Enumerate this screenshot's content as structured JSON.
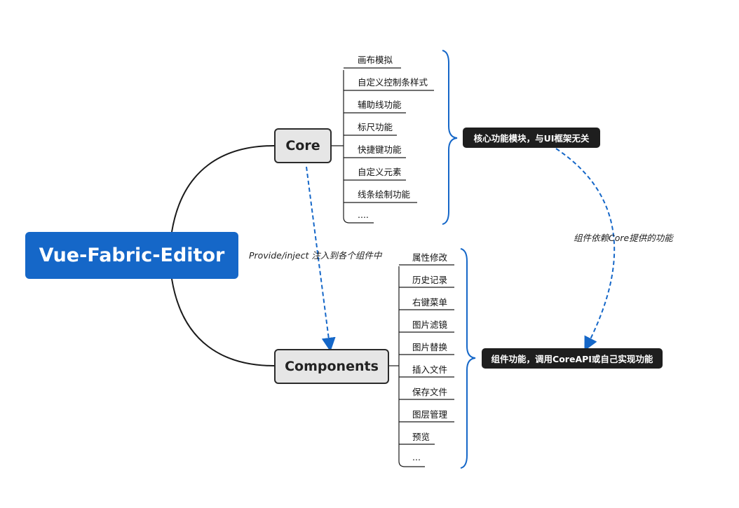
{
  "root": {
    "label": "Vue-Fabric-Editor"
  },
  "core": {
    "label": "Core",
    "items": [
      "画布模拟",
      "自定义控制条样式",
      "辅助线功能",
      "标尺功能",
      "快捷键功能",
      "自定义元素",
      "线条绘制功能",
      "...."
    ],
    "note": "核心功能模块，与UI框架无关"
  },
  "components": {
    "label": "Components",
    "items": [
      "属性修改",
      "历史记录",
      "右键菜单",
      "图片滤镜",
      "图片替换",
      "插入文件",
      "保存文件",
      "图层管理",
      "预览",
      "..."
    ],
    "note": "组件功能，调用CoreAPI或自己实现功能"
  },
  "relations": {
    "provide_inject": "Provide/inject 注入到各个组件中",
    "depends": "组件依赖Core提供的功能"
  },
  "colors": {
    "root_bg": "#1567c8",
    "brace": "#1567c8",
    "dashed": "#1567c8",
    "branch_bg": "#e6e6e6",
    "note_bg": "#1e1e1e"
  }
}
